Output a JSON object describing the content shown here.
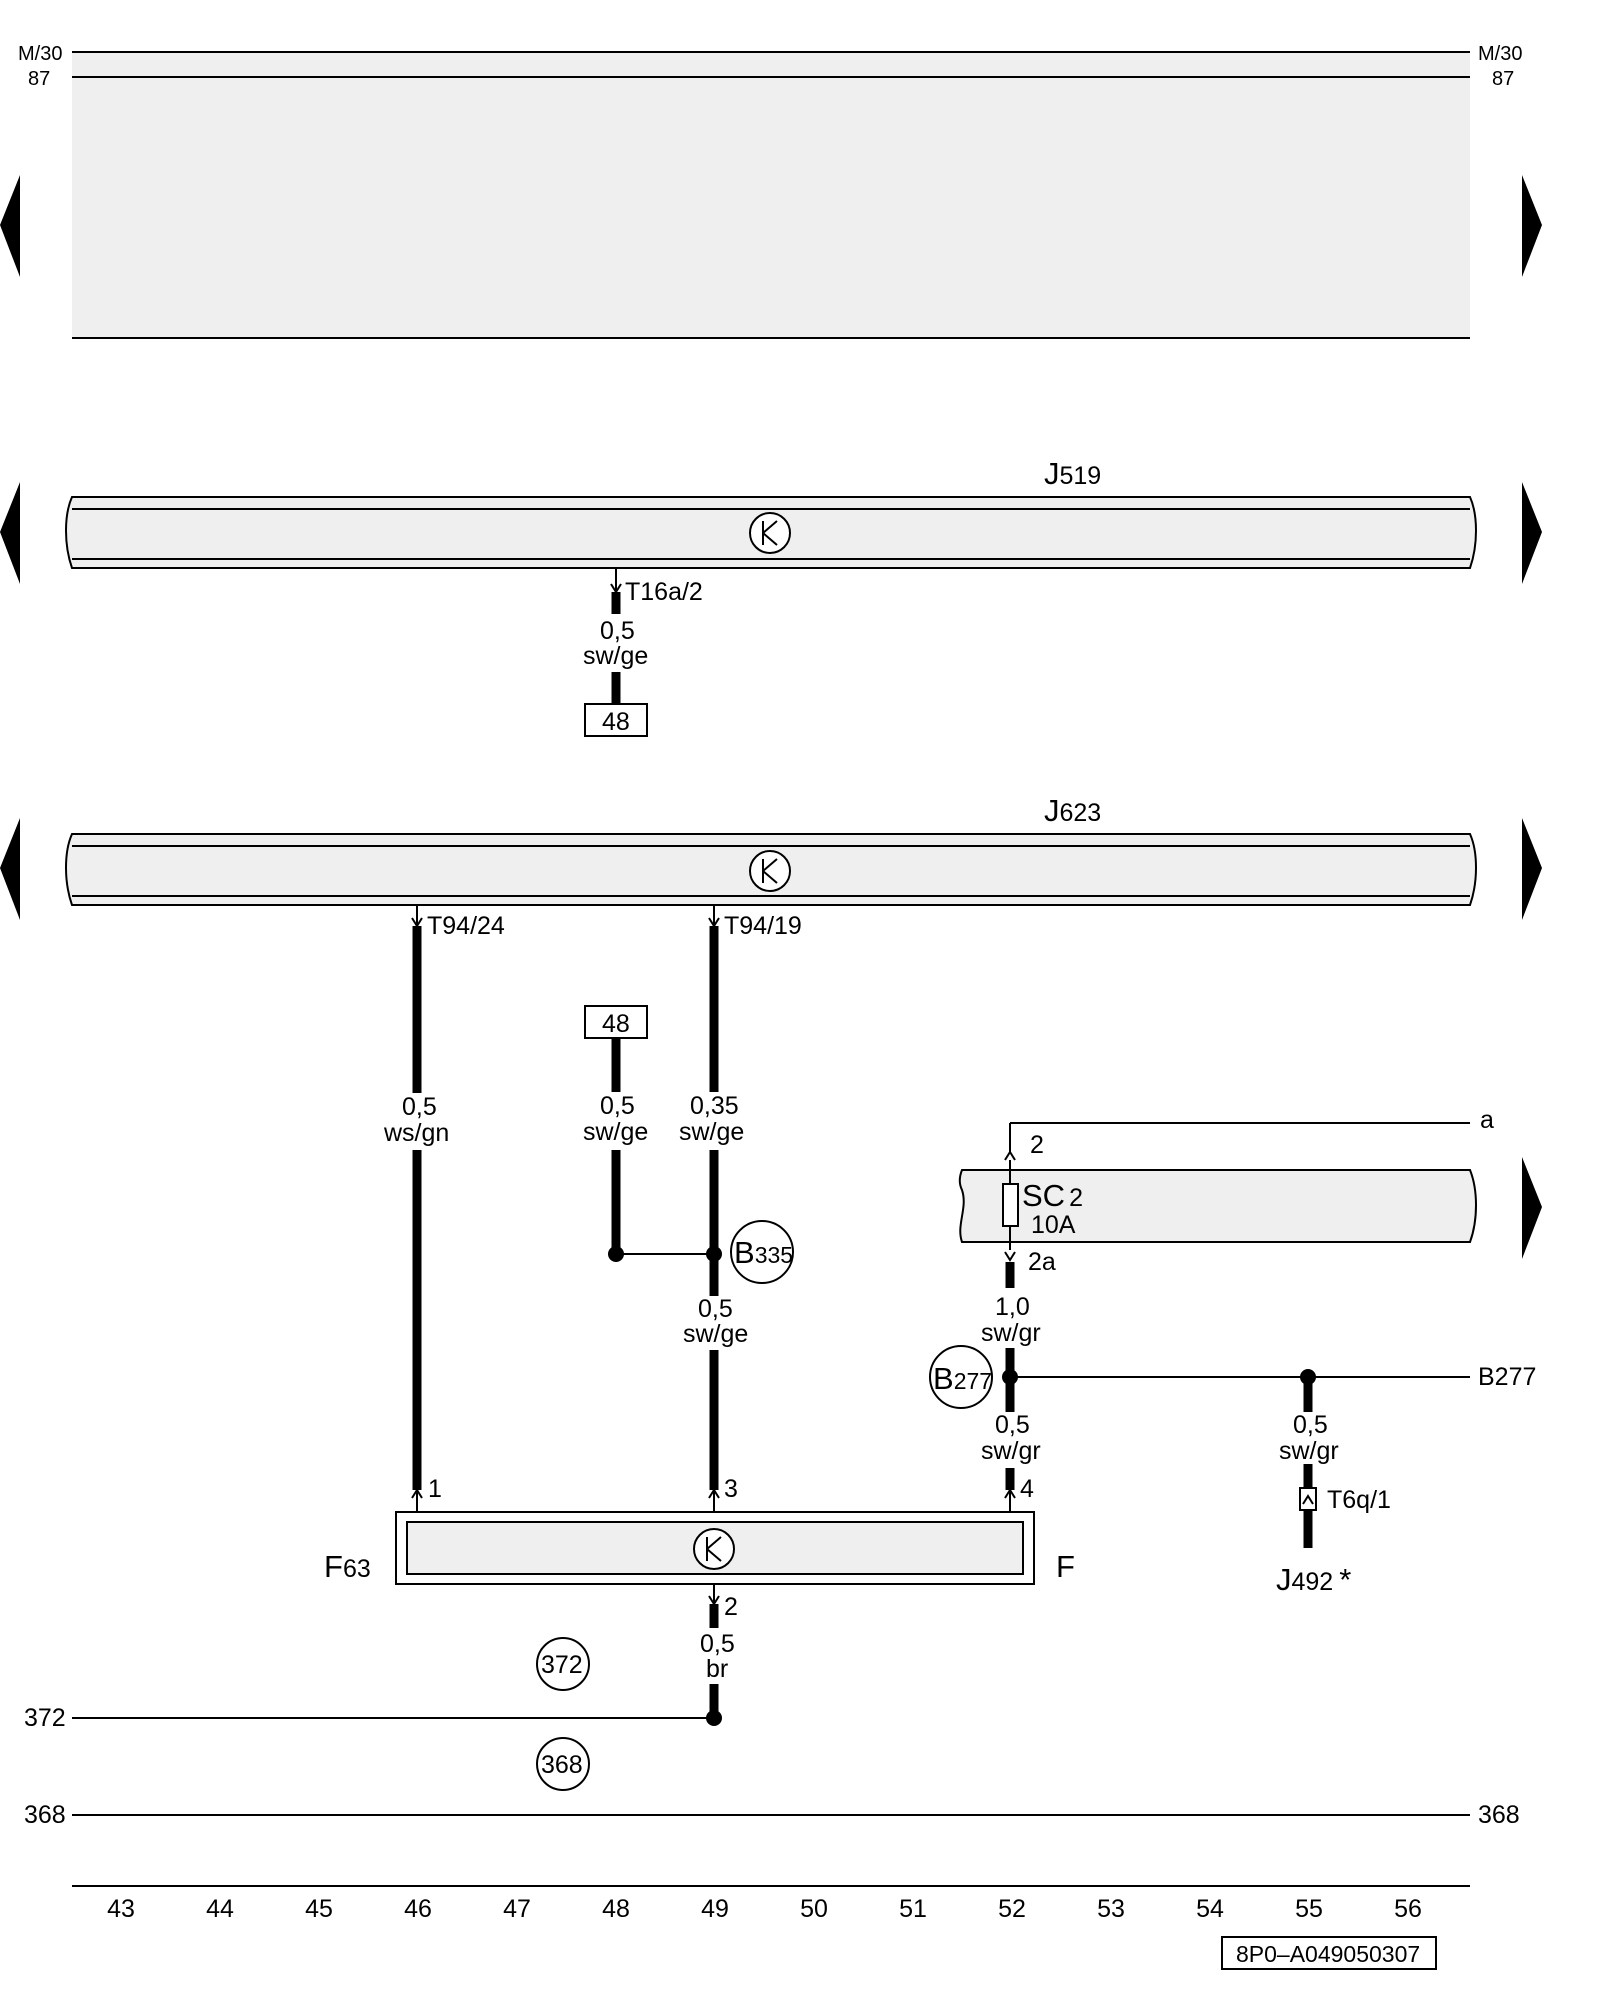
{
  "rails": {
    "m30_left": "M/30",
    "r87_left": "87",
    "m30_right": "M/30",
    "r87_right": "87"
  },
  "modules": {
    "j519": {
      "letter": "J",
      "number": "519"
    },
    "j623": {
      "letter": "J",
      "number": "623"
    },
    "f63": {
      "letter": "F",
      "number": "63"
    },
    "f_right": "F",
    "sc": {
      "name": "SC",
      "number": "2",
      "rating": "10A",
      "pin_in": "2",
      "pin_out": "2a"
    },
    "j492": {
      "letter": "J",
      "number": "492",
      "marker": "*"
    }
  },
  "connectors": {
    "t16a2": "T16a/2",
    "t94_24": "T94/24",
    "t94_19": "T94/19",
    "t6q1": "T6q/1",
    "pin1": "1",
    "pin3": "3",
    "pin4": "4",
    "pin2": "2"
  },
  "wires": {
    "w_t16": {
      "size": "0,5",
      "color": "sw/ge"
    },
    "w_t94_24": {
      "size": "0,5",
      "color": "ws/gn"
    },
    "w_48": {
      "size": "0,5",
      "color": "sw/ge"
    },
    "w_t94_19": {
      "size": "0,35",
      "color": "sw/ge"
    },
    "w_b335": {
      "size": "0,5",
      "color": "sw/ge"
    },
    "w_sc": {
      "size": "1,0",
      "color": "sw/gr"
    },
    "w_b277": {
      "size": "0,5",
      "color": "sw/gr"
    },
    "w_j492": {
      "size": "0,5",
      "color": "sw/gr"
    },
    "w_ground": {
      "size": "0,5",
      "color": "br"
    }
  },
  "refs": {
    "box48_top": "48",
    "box48_mid": "48",
    "b335": {
      "letter": "B",
      "number": "335"
    },
    "b277": {
      "letter": "B",
      "number": "277"
    },
    "b277_right": "B277",
    "wire_a": "a",
    "c372": "372",
    "c368": "368",
    "g372_left": "372",
    "g368_left": "368",
    "g368_right": "368"
  },
  "grid": [
    "43",
    "44",
    "45",
    "46",
    "47",
    "48",
    "49",
    "50",
    "51",
    "52",
    "53",
    "54",
    "55",
    "56"
  ],
  "doc_code": "8P0–A049050307"
}
